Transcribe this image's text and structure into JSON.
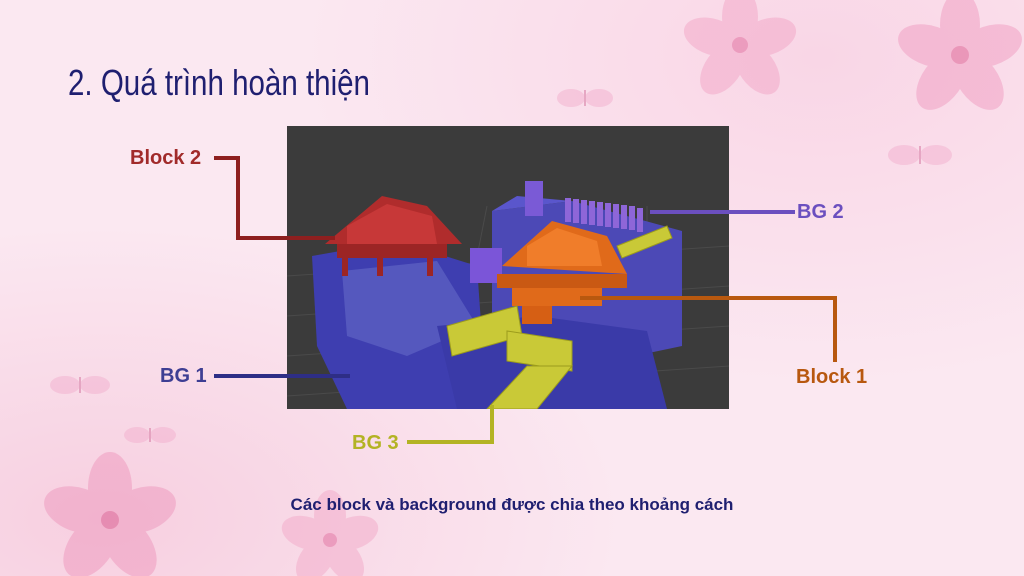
{
  "title": "2. Quá trình hoàn thiện",
  "caption": "Các block và background được chia theo khoảng cách",
  "labels": {
    "block2": "Block 2",
    "block1": "Block 1",
    "bg1": "BG 1",
    "bg2": "BG 2",
    "bg3": "BG 3"
  },
  "colors": {
    "title": "#1f1f70",
    "caption": "#1f1f70",
    "block2": "#a12a2a",
    "block1": "#b8580f",
    "bg1": "#3e3e93",
    "bg2": "#6b4fbf",
    "bg3": "#b3b324",
    "viewport": "#3b3b3b",
    "background": "#fbe8f1"
  }
}
